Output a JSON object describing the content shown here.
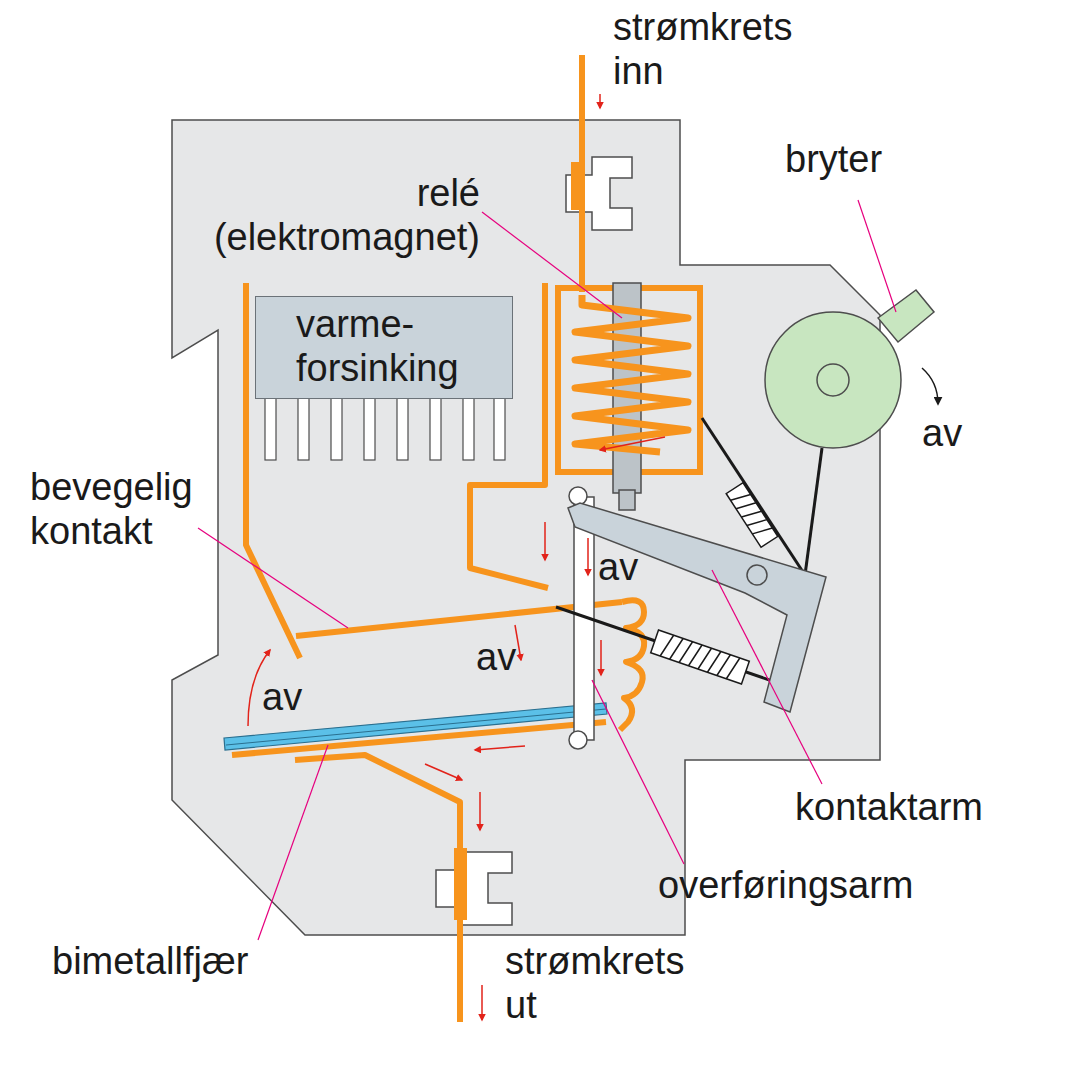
{
  "diagram": {
    "nodes": [
      {
        "text": [
          "varme- forsinking"
        ]
      }
    ],
    "labels": [
      "strømkrets inn",
      "bryter",
      "relé (elektromagnet)",
      "av",
      "av",
      "av",
      "av",
      "bevegelig kontakt",
      "kontaktarm",
      "overføringsarm",
      "bimetallfjær",
      "strømkrets ut"
    ]
  }
}
